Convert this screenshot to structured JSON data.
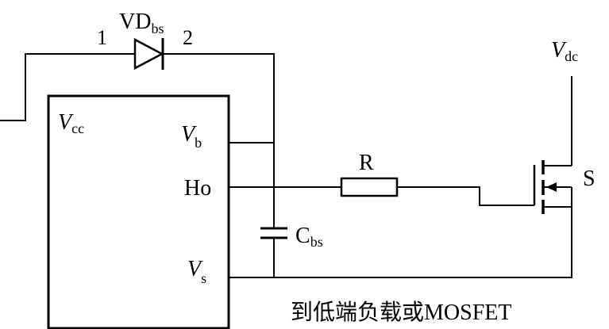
{
  "diode": {
    "name": "VD",
    "sub": "bs",
    "pin1": "1",
    "pin2": "2"
  },
  "ic": {
    "vcc": {
      "main": "V",
      "sub": "cc"
    },
    "vb": {
      "main": "V",
      "sub": "b"
    },
    "ho": "Ho",
    "vs": {
      "main": "V",
      "sub": "s"
    }
  },
  "resistor": "R",
  "capacitor": {
    "main": "C",
    "sub": "bs"
  },
  "supply": {
    "main": "V",
    "sub": "dc"
  },
  "source_label": "S",
  "caption": "到低端负载或MOSFET"
}
